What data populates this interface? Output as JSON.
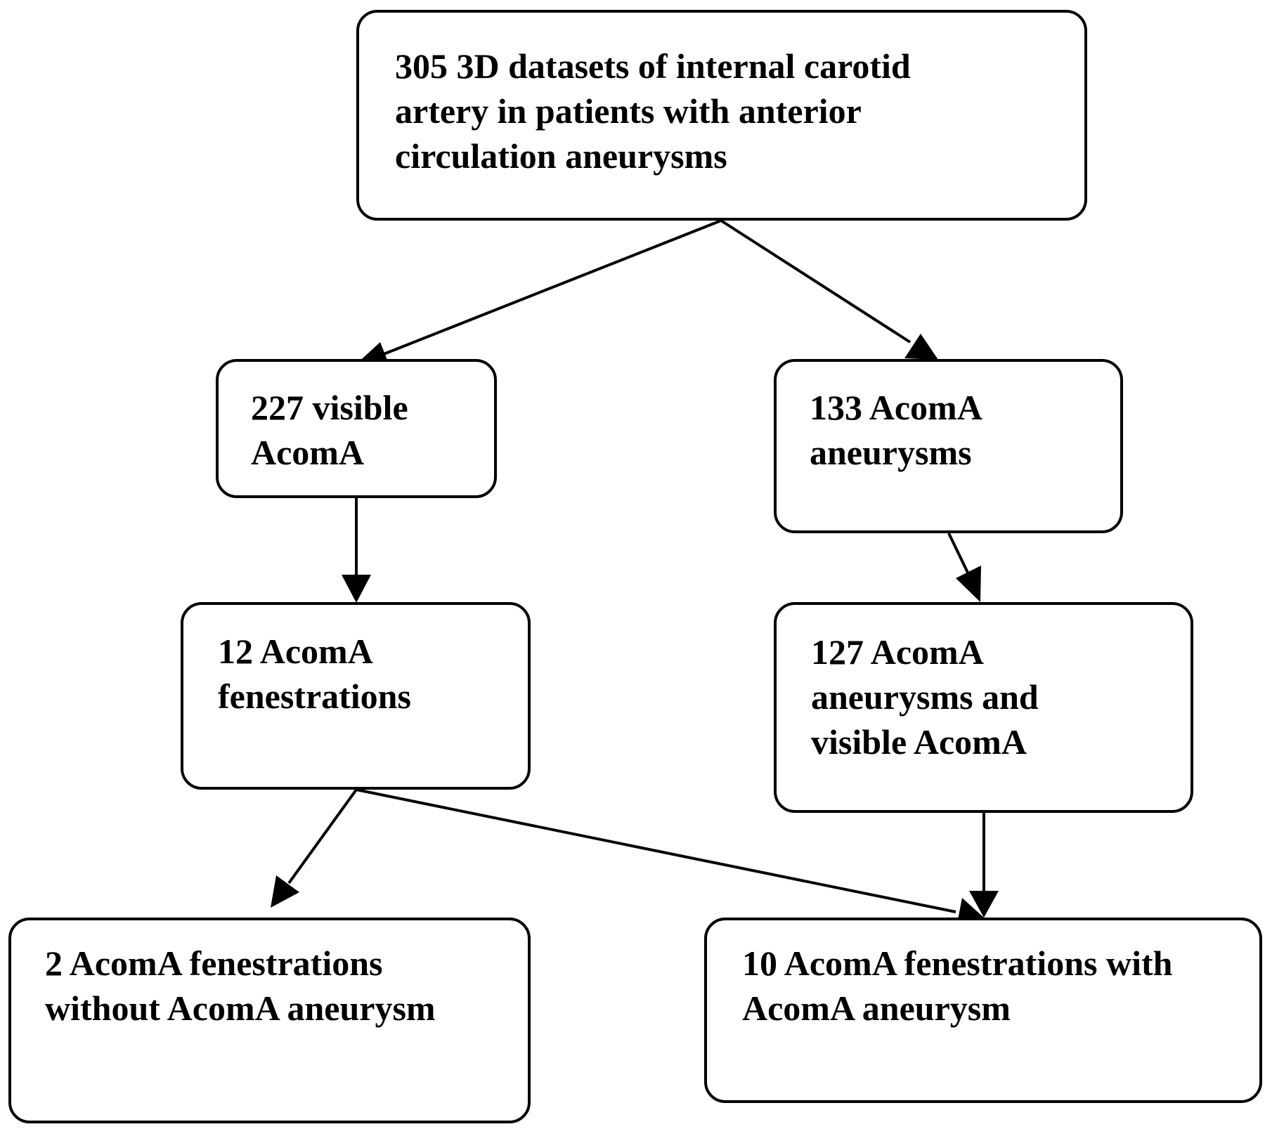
{
  "diagram": {
    "type": "flowchart",
    "line_color": "#000000",
    "nodes": {
      "datasets": "305 3D datasets of internal carotid\nartery in patients with anterior\ncirculation aneurysms",
      "visible_acoma": "227 visible\nAcomA",
      "acoma_aneurysms": "133 AcomA\naneurysms",
      "acoma_fenestrations": "12 AcomA\nfenestrations",
      "aneurysms_and_visible": "127 AcomA\naneurysms and\nvisible AcomA",
      "fenestrations_without_aneurysm": "2 AcomA fenestrations\nwithout AcomA aneurysm",
      "fenestrations_with_aneurysm": "10 AcomA fenestrations with\nAcomA aneurysm"
    },
    "edges": [
      {
        "from": "datasets",
        "to": "visible_acoma"
      },
      {
        "from": "datasets",
        "to": "acoma_aneurysms"
      },
      {
        "from": "visible_acoma",
        "to": "acoma_fenestrations"
      },
      {
        "from": "acoma_aneurysms",
        "to": "aneurysms_and_visible"
      },
      {
        "from": "acoma_fenestrations",
        "to": "fenestrations_without_aneurysm"
      },
      {
        "from": "acoma_fenestrations",
        "to": "fenestrations_with_aneurysm"
      },
      {
        "from": "aneurysms_and_visible",
        "to": "fenestrations_with_aneurysm"
      }
    ]
  }
}
